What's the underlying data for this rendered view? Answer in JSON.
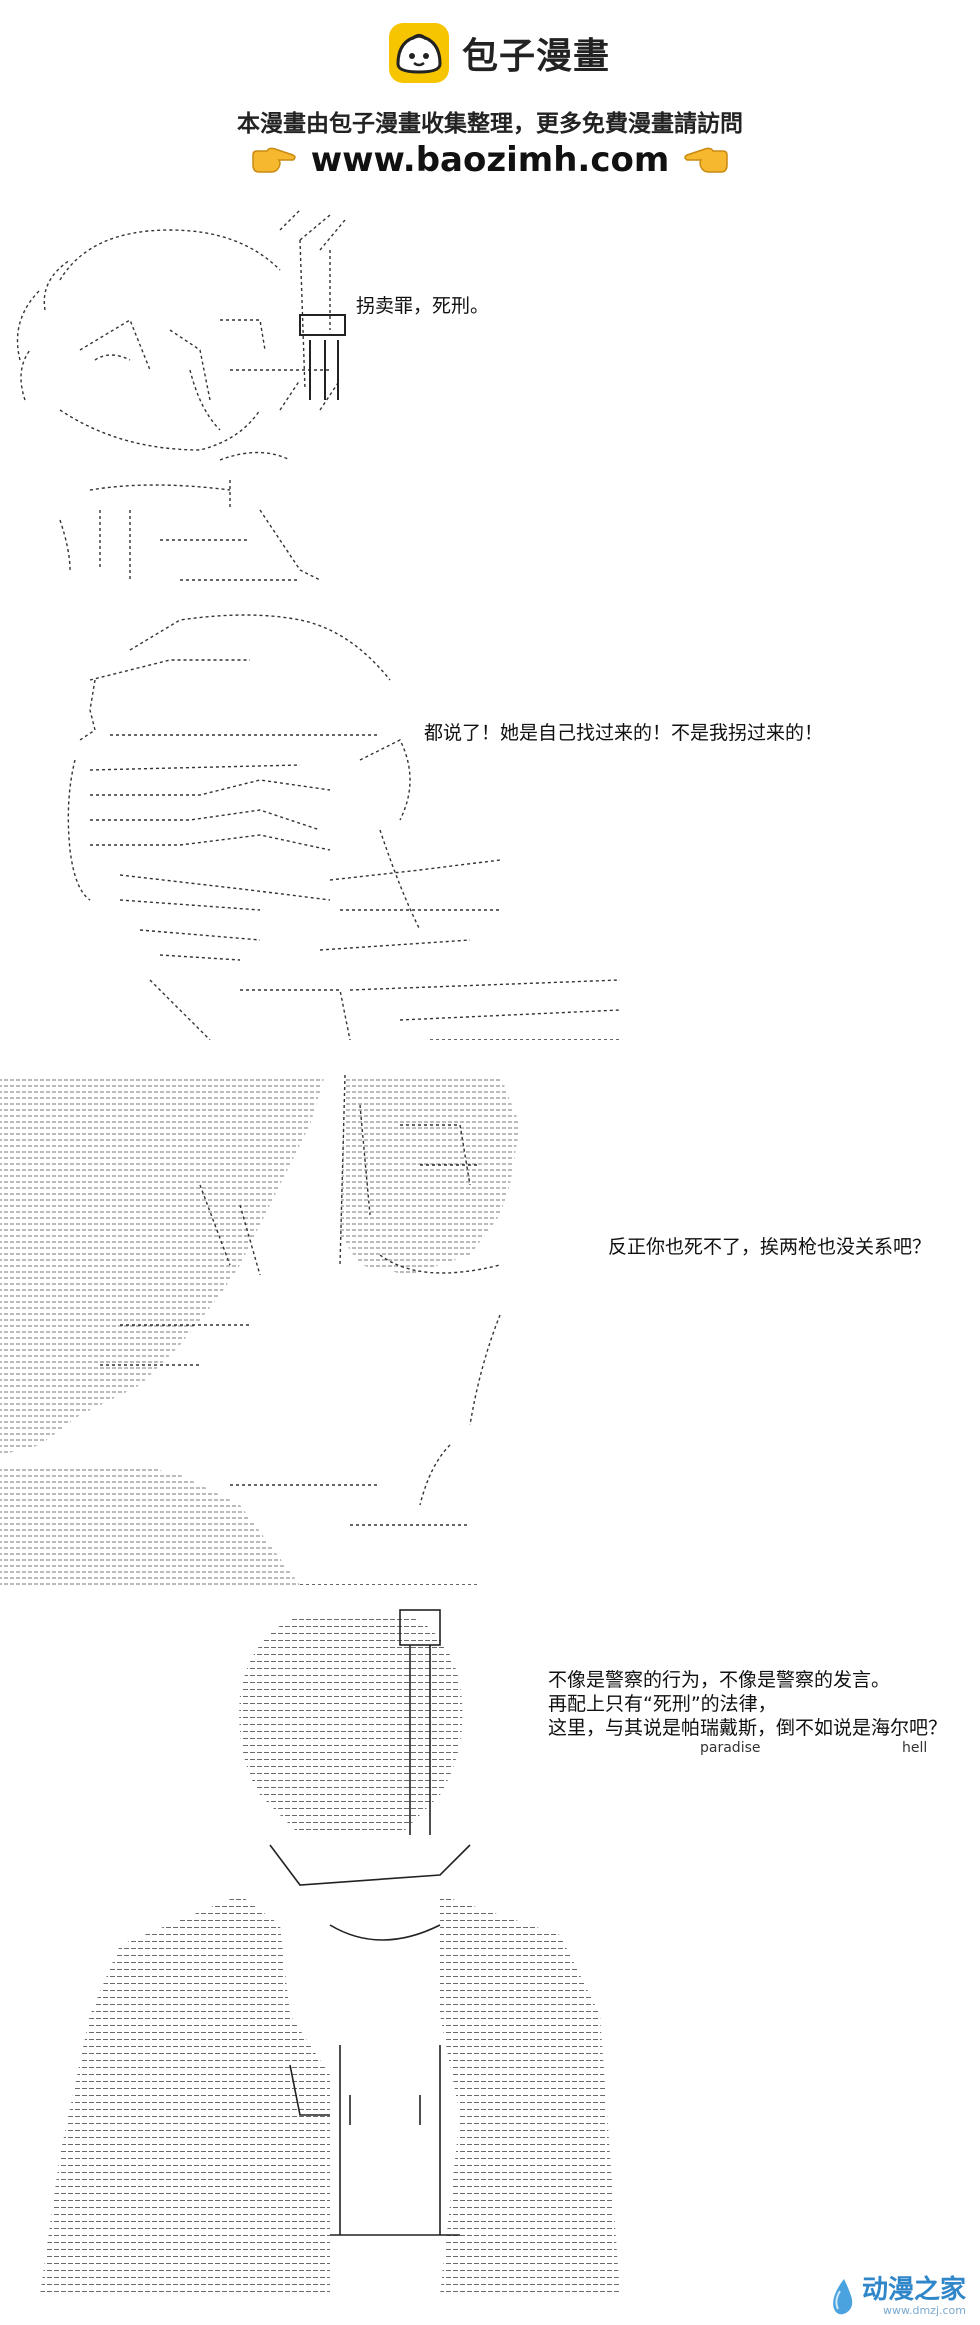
{
  "header": {
    "brand": "包子漫畫",
    "notice": "本漫畫由包子漫畫收集整理，更多免費漫畫請訪問",
    "url": "www.baozimh.com",
    "accent": "#f7c400"
  },
  "panels": [
    {
      "id": "panel-1",
      "lines": [
        "拐卖罪，死刑。"
      ]
    },
    {
      "id": "panel-2",
      "lines": [
        "都说了！她是自己找过来的！不是我拐过来的！"
      ]
    },
    {
      "id": "panel-3",
      "lines": [
        "反正你也死不了，挨两枪也没关系吧？"
      ]
    },
    {
      "id": "panel-4",
      "lines": [
        "不像是警察的行为，不像是警察的发言。",
        "再配上只有“死刑”的法律，",
        "这里，与其说是帕瑞戴斯，倒不如说是海尔吧？"
      ],
      "ruby": [
        "paradise",
        "hell"
      ]
    }
  ],
  "watermark": {
    "main": "动漫之家",
    "sub": "www.dmzj.com",
    "color": "#2f86c8"
  }
}
